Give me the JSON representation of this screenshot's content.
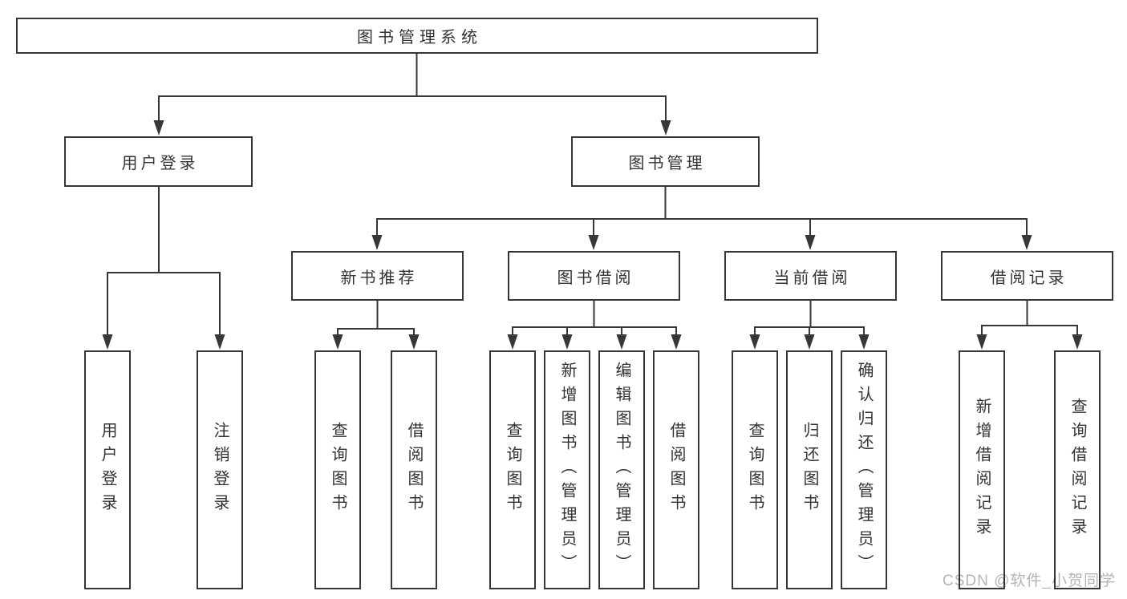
{
  "diagram": {
    "type": "tree",
    "title": "图书管理系统",
    "branches": [
      {
        "label": "用户登录",
        "leaves": [
          "用户登录",
          "注销登录"
        ]
      },
      {
        "label": "图书管理"
      }
    ],
    "sections": [
      {
        "label": "新书推荐",
        "leaves": [
          "查询图书",
          "借阅图书"
        ]
      },
      {
        "label": "图书借阅",
        "leaves": [
          "查询图书",
          "新增图书（管理员）",
          "编辑图书（管理员）",
          "借阅图书"
        ]
      },
      {
        "label": "当前借阅",
        "leaves": [
          "查询图书",
          "归还图书",
          "确认归还（管理员）"
        ]
      },
      {
        "label": "借阅记录",
        "leaves": [
          "新增借阅记录",
          "查询借阅记录"
        ]
      }
    ]
  },
  "watermark": "CSDN @软件_小贺同学",
  "colors": {
    "line": "#373737",
    "text": "#333333",
    "watermark": "#b4b4b4",
    "background": "#ffffff"
  }
}
